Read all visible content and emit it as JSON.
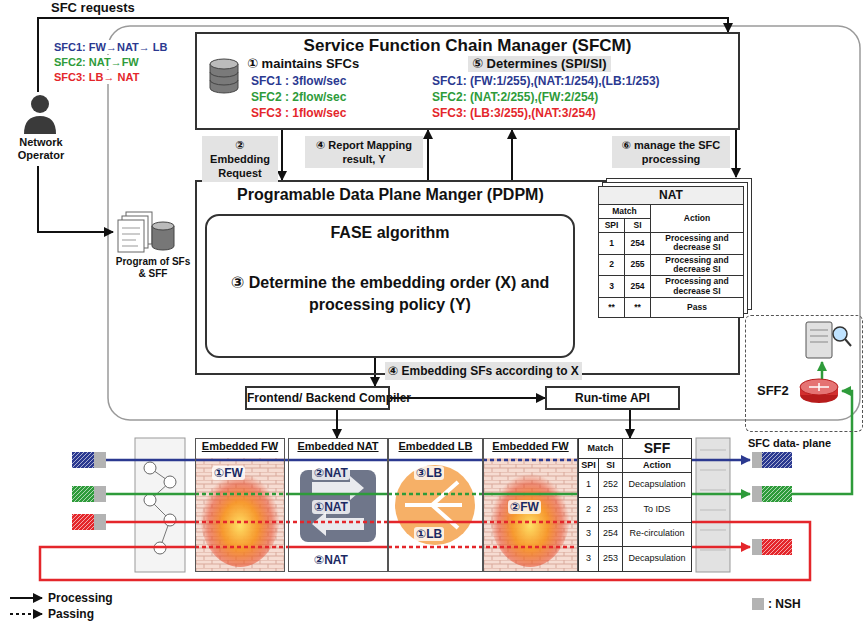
{
  "diagram": {
    "nodes": [
      {
        "text": [
          "Network Operator"
        ]
      },
      {
        "text": [
          "Service Function Chain Manager (SFCM)"
        ]
      },
      {
        "text": [
          "① maintains SFCs",
          "SFC1 : 3flow/sec",
          "SFC2 : 2flow/sec",
          "SFC3 : 1flow/sec"
        ],
        "in": 1
      },
      {
        "text": [
          "⑤ Determines (SPI/SI)",
          "SFC1: (FW:1/255),(NAT:1/254),(LB:1/253)",
          "SFC2: (NAT:2/255),(FW:2/254)",
          "SFC3: (LB:3/255),(NAT:3/254)"
        ],
        "in": 1
      },
      {
        "text": [
          "Programable Data Plane Manger (PDPM)"
        ]
      },
      {
        "text": [
          "Program of SFs & SFF"
        ]
      },
      {
        "text": [
          "FASE algorithm",
          "③ Determine the embedding order (X) and processing policy (Y)"
        ],
        "in": 4
      },
      {
        "text": [
          "NAT",
          "Match",
          "Action",
          "SPI",
          "SI",
          "1",
          "254",
          "Processing and decrease SI",
          "2",
          "255",
          "Processing and decrease SI",
          "3",
          "254",
          "Processing and decrease SI",
          "**",
          "**",
          "Pass"
        ]
      },
      {
        "text": [
          "Frontend/ Backend Compiler"
        ]
      },
      {
        "text": [
          "Run-time API"
        ]
      },
      {
        "text": [
          "Embedded FW"
        ]
      },
      {
        "text": [
          "Embedded NAT"
        ]
      },
      {
        "text": [
          "Embedded LB"
        ]
      },
      {
        "text": [
          "Embedded FW"
        ]
      },
      {
        "text": [
          "Match",
          "SFF",
          "Action",
          "SPI",
          "SI",
          "1",
          "252",
          "Decapsulation",
          "2",
          "253",
          "To IDS",
          "3",
          "254",
          "Re-circulation",
          "3",
          "253",
          "Decapsulation"
        ]
      },
      {
        "text": [
          "SFC data- plane"
        ]
      },
      {
        "text": [
          "SFF2"
        ],
        "in": 15
      }
    ],
    "edges": [
      {
        "from": 0,
        "to": 1,
        "label": "SFC requests",
        "arrow": "to"
      },
      {
        "from": 0,
        "to": 5,
        "arrow": "to"
      },
      {
        "from": 1,
        "to": 4,
        "label": "② Embedding Request",
        "arrow": "to"
      },
      {
        "from": 4,
        "to": 1,
        "label": "④ Report Mapping result, Y",
        "arrow": "to"
      },
      {
        "from": 4,
        "to": 1,
        "arrow": "to"
      },
      {
        "from": 1,
        "to": 7,
        "label": "⑥ manage the SFC processing",
        "arrow": "to"
      },
      {
        "from": 6,
        "to": 8,
        "label": "④ Embedding SFs according to X",
        "arrow": "to"
      },
      {
        "from": 8,
        "to": 9,
        "arrow": "to"
      },
      {
        "from": 8,
        "to": 11,
        "arrow": "to"
      },
      {
        "from": 9,
        "to": 14,
        "arrow": "to"
      }
    ],
    "labels": [
      "SFC1: FW→NAT→ LB",
      "SFC2: NAT→FW",
      "SFC3: LB→ NAT",
      "①FW",
      "②NAT",
      "①NAT",
      "③LB",
      "①LB",
      "②FW",
      "②NAT"
    ],
    "legend": [
      {
        "text": "Processing"
      },
      {
        "text": "Passing"
      },
      {
        "text": ": NSH",
        "color": "#b3b3b3"
      }
    ]
  }
}
